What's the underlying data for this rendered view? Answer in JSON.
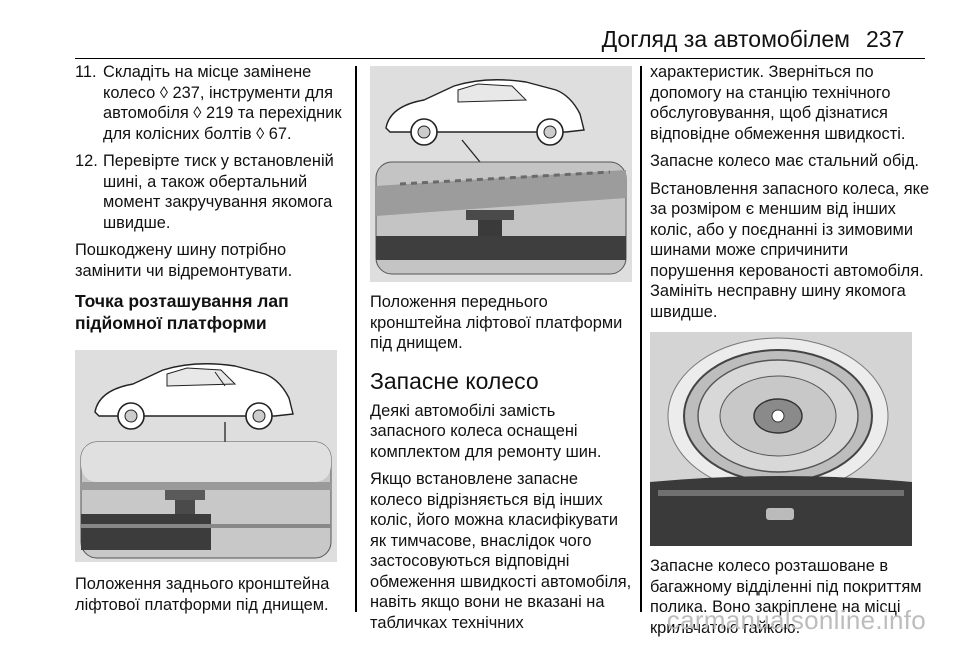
{
  "header": {
    "title": "Догляд за автомобілем",
    "page_number": "237"
  },
  "left_column": {
    "steps": [
      {
        "num": "11.",
        "text": "Складіть на місце замінене колесо ◊ 237, інструменти для автомобіля ◊ 219 та перехідник для колісних болтів ◊ 67."
      },
      {
        "num": "12.",
        "text": "Перевірте тиск у встановленій шині, а також обертальний момент закручування якомога швидше."
      }
    ],
    "paragraph": "Пошкоджену шину потрібно замінити чи відремонтувати.",
    "subheading": "Точка розташування лап підйомної платформи",
    "figure_caption": "Положення заднього кронштейна ліфтової платформи під днищем."
  },
  "middle_column": {
    "figure_caption": "Положення переднього кронштейна ліфтової платформи під днищем.",
    "section_heading": "Запасне колесо",
    "paragraph_1": "Деякі автомобілі замість запасного колеса оснащені комплектом для ремонту шин.",
    "paragraph_2": "Якщо встановлене запасне колесо відрізняється від інших коліс, його можна класифікувати як тимчасове, внаслідок чого застосовуються відповідні обмеження швидкості автомобіля, навіть якщо вони не вказані на табличках технічних"
  },
  "right_column": {
    "paragraph_1": "характеристик. Зверніться по допомогу на станцію технічного обслуговування, щоб дізнатися відповідне обмеження швидкості.",
    "paragraph_2": "Запасне колесо має стальний обід.",
    "paragraph_3": "Встановлення запасного колеса, яке за розміром є меншим від інших коліс, або у поєднанні із зимовими шинами може спричинити порушення керованості автомобіля. Замініть несправну шину якомога швидше.",
    "figure_caption": "Запасне колесо розташоване в багажному відділенні під покриттям полика. Воно закріплене на місці крильчатою гайкою."
  },
  "watermark": "carmanualsonline.info"
}
